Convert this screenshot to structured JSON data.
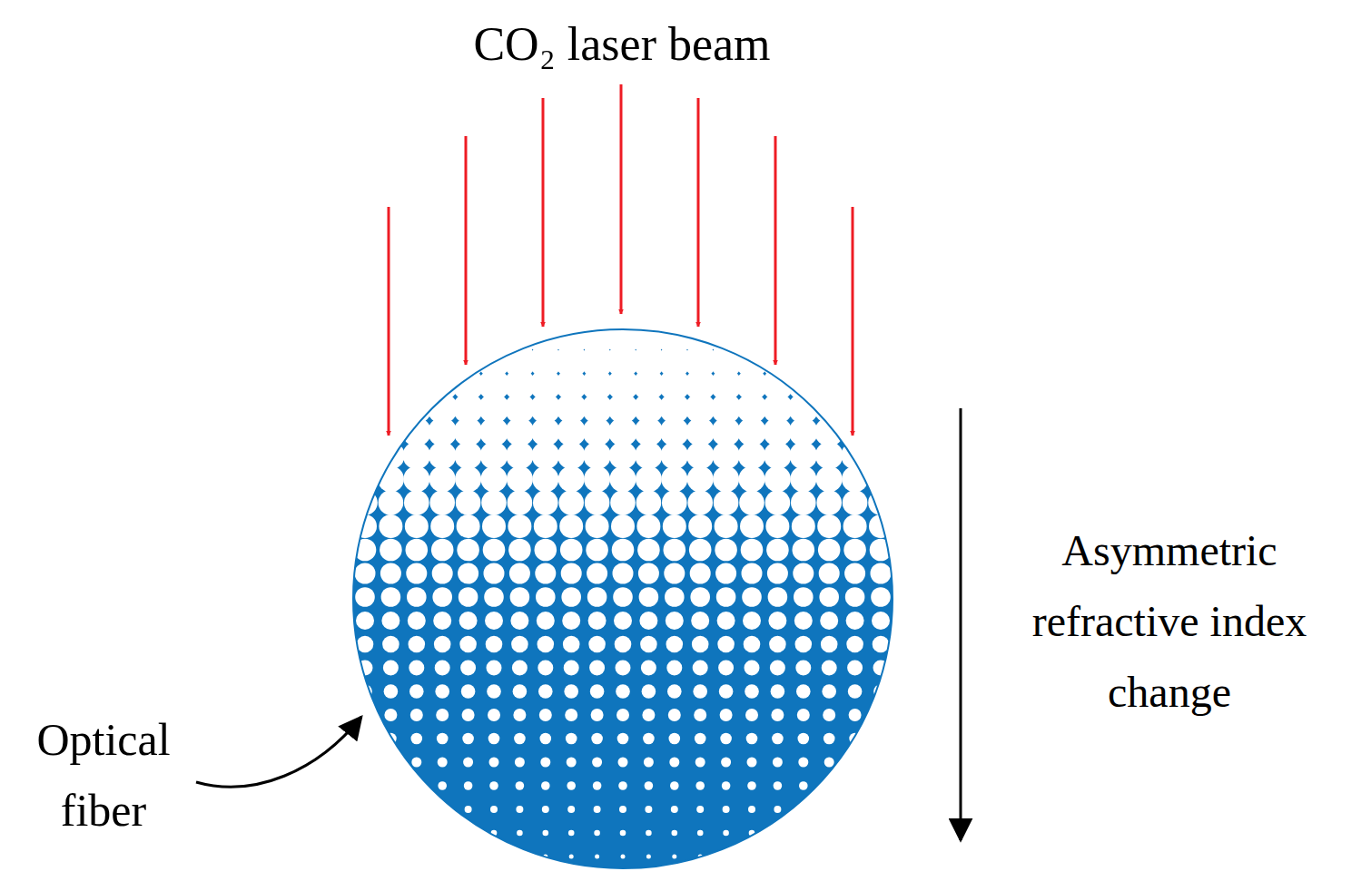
{
  "diagram": {
    "labels": [
      "CO₂ laser beam",
      "Asymmetric refractive index change",
      "Optical fiber"
    ]
  }
}
